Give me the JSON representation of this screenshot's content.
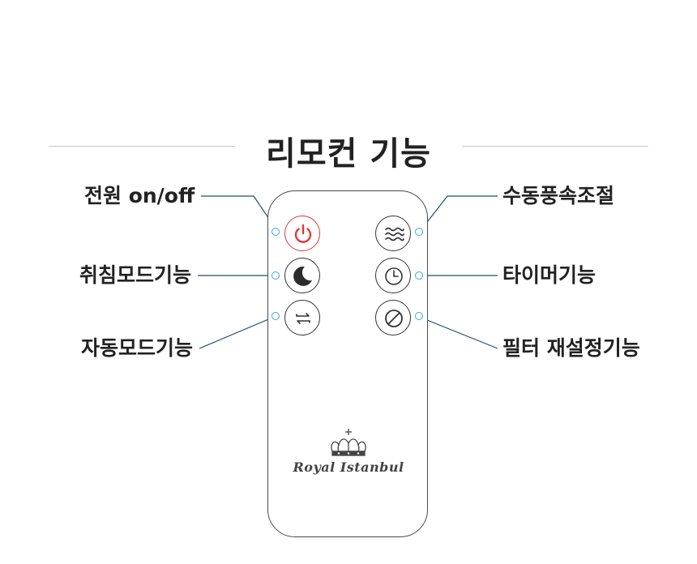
{
  "title": "리모컨 기능",
  "labels": {
    "power": "전원 on/off",
    "sleep": "취침모드기능",
    "auto": "자동모드기능",
    "wind": "수동풍속조절",
    "timer": "타이머기능",
    "filter": "필터 재설정기능"
  },
  "brand": "Royal Istanbul",
  "colors": {
    "power": "#e03a36",
    "callout_line": "#1d4f6b",
    "callout_dot": "#3aa8dc"
  },
  "icons": [
    "power-icon",
    "moon-icon",
    "swap-arrows-icon",
    "wind-waves-icon",
    "clock-icon",
    "prohibited-icon",
    "crown-icon"
  ]
}
